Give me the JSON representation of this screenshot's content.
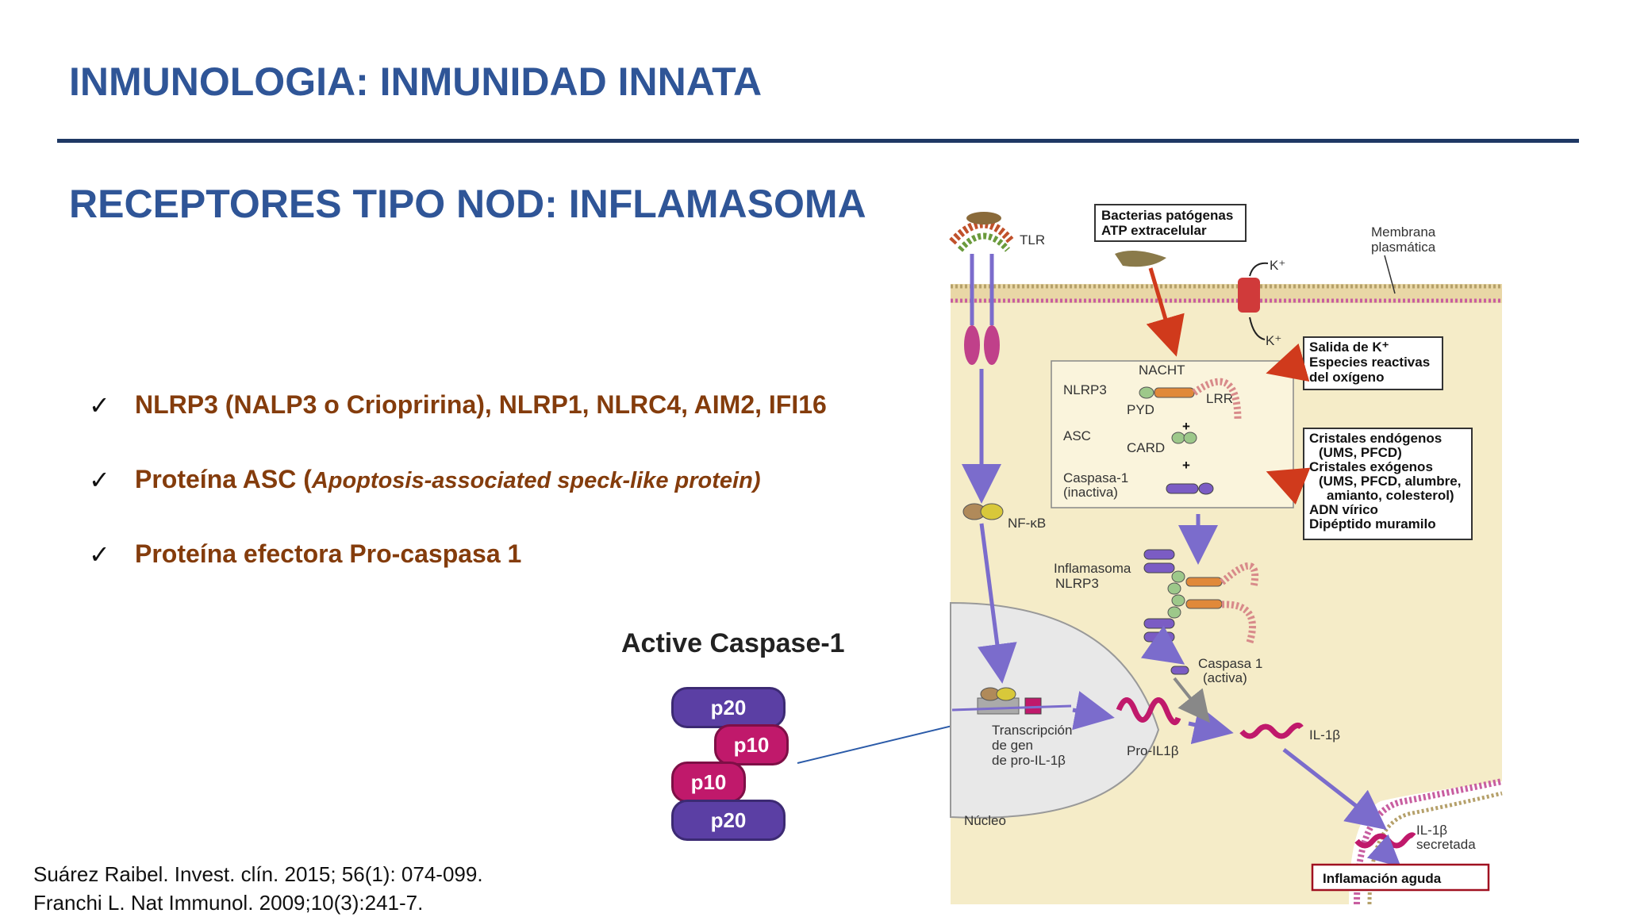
{
  "title": "INMUNOLOGIA: INMUNIDAD INNATA",
  "subtitle": "RECEPTORES TIPO NOD: INFLAMASOMA",
  "bullets": [
    {
      "check": "✓",
      "text": "NLRP3 (NALP3 o Criopririna), NLRP1, NLRC4, AIM2, IFI16",
      "italic": ""
    },
    {
      "check": "✓",
      "text": "Proteína ASC (",
      "italic": "Apoptosis-associated speck-like protein)"
    },
    {
      "check": "✓",
      "text": "Proteína efectora Pro-caspasa 1",
      "italic": ""
    }
  ],
  "references": [
    "Suárez Raibel. Invest. clín. 2015;  56(1): 074-099.",
    "Franchi L. Nat Immunol. 2009;10(3):241-7."
  ],
  "active_caspase": {
    "title": "Active Caspase-1",
    "segments": [
      "p20",
      "p10",
      "p10",
      "p20"
    ]
  },
  "diagram": {
    "tlr": "TLR",
    "box_bacteria": [
      "Bacterias patógenas",
      "ATP extracelular"
    ],
    "membrana": [
      "Membrana",
      "plasmática"
    ],
    "k_out": "K⁺",
    "k_in": "K⁺",
    "box_salida": [
      "Salida de K⁺",
      "Especies reactivas",
      "del oxígeno"
    ],
    "nacht": "NACHT",
    "nlrp3": "NLRP3",
    "pyd": "PYD",
    "lrr": "LRR",
    "asc": "ASC",
    "card": "CARD",
    "plus": "+",
    "caspasa1_inactiva": [
      "Caspasa-1",
      "(inactiva)"
    ],
    "box_cristales": [
      "Cristales endógenos",
      "(UMS, PFCD)",
      "Cristales exógenos",
      "(UMS, PFCD, alumbre,",
      "amianto, colesterol)",
      "ADN vírico",
      "Dipéptido muramilo"
    ],
    "nfkb": "NF-κB",
    "inflamasoma": [
      "Inflamasoma",
      "NLRP3"
    ],
    "caspasa1_activa": [
      "Caspasa 1",
      "(activa)"
    ],
    "transcripcion": [
      "Transcripción",
      "de gen",
      "de pro-IL-1β"
    ],
    "pro_il1b": "Pro-IL1β",
    "il1b": "IL-1β",
    "il1b_secretada": [
      "IL-1β",
      "secretada"
    ],
    "nucleo": "Núcleo",
    "inflamacion": "Inflamación aguda"
  },
  "colors": {
    "title": "#2f5597",
    "bullet_text": "#843c0c",
    "cytoplasm": "#f5ecc8",
    "arrow_red": "#d03a1c",
    "arrow_purple": "#7b6ccc"
  }
}
